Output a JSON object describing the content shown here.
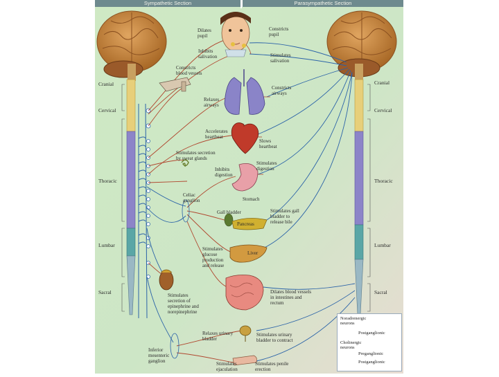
{
  "headers": {
    "sympathetic": "Sympathetic Section",
    "parasympathetic": "Parasympathetic Section"
  },
  "left_regions": {
    "cranial": "Cranial",
    "cervical": "Cervical",
    "thoracic": "Thoracic",
    "lumbar": "Lumbar",
    "sacral": "Sacral"
  },
  "right_regions": {
    "cranial": "Cranial",
    "cervical": "Cervical",
    "thoracic": "Thoracic",
    "lumbar": "Lumbar",
    "sacral": "Sacral"
  },
  "labels": {
    "dilates_pupil": "Dilates\npupil",
    "inhibits_salivation": "Inhibits\nsalivation",
    "constricts_blood_vessels": "Constricts\nblood vessels",
    "constricts_pupil": "Constricts\npupil",
    "stimulates_salivation": "Stimulates\nsalivation",
    "relaxes_airways": "Relaxes\nairways",
    "constricts_airways": "Constricts\nairways",
    "accelerates_heartbeat": "Accelerates\nheartbeat",
    "slows_heartbeat": "Slows\nheartbeat",
    "stimulates_sweat": "Stimulates secretion\nby sweat glands",
    "inhibits_digestion": "Inhibits\ndigestion",
    "stimulates_digestion": "Stimulates\ndigestion",
    "celiac_ganglion": "Celiac\nganglion",
    "stomach": "Stomach",
    "gall_bladder": "Gall bladder",
    "pancreas": "Pancreas",
    "stimulates_gall": "Stimulates gall\nbladder to\nrelease bile",
    "stimulates_glucose": "Stimulates\nglucose\nproduction\nand release",
    "liver": "Liver",
    "dilates_blood_vessels": "Dilates blood vessels\nin intestines and\nrectum",
    "stimulates_epinephrine": "Stimulates\nsecretion of\nepinephrine and\nnorepinephrine",
    "relaxes_urinary": "Relaxes urinary\nbladder",
    "stimulates_urinary": "Stimulates urinary\nbladder to contract",
    "inferior_ganglion": "Inferior\nmesenteric\nganglion",
    "stimulates_ejaculation": "Stimulates\nejaculation",
    "stimulates_erection": "Stimulates penile\nerection"
  },
  "legend": {
    "noradrenergic": "Noradrenergic\nneurons",
    "postganglionic_1": "Postganglionic",
    "cholinergic": "Cholinergic\nneurons",
    "preganglionic": "Preganglionic",
    "postganglionic_2": "Postganglionic"
  },
  "colors": {
    "background": "#c9e6c2",
    "brain": "#c98a3e",
    "brain_dark": "#8a5020",
    "cerebellum": "#9a5a2a",
    "cord_yellow": "#e7cf7a",
    "cord_purple": "#8c84c8",
    "cord_teal": "#5aa6a6",
    "nerve_red": "#b0462e",
    "nerve_blue": "#2a62a8",
    "header": "#6e8a8e"
  }
}
